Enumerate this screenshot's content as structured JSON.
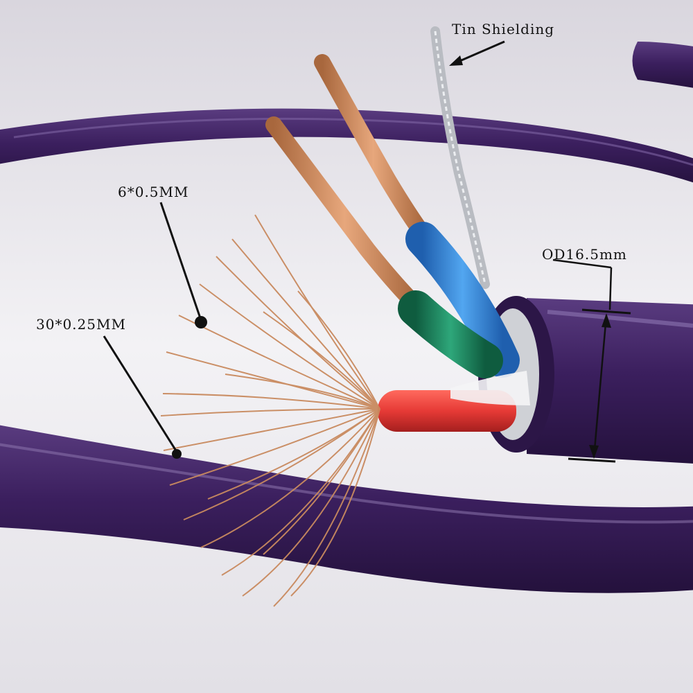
{
  "labels": {
    "tin_shielding": "Tin Shielding",
    "conductor_6": "6*0.5MM",
    "conductor_30": "30*0.25MM",
    "outer_diameter": "OD16.5mm"
  },
  "colors": {
    "jacket": "#3b1f5e",
    "copper": "#c98a5f",
    "insulation_red": "#e63a36",
    "insulation_green": "#1f8a64",
    "insulation_blue": "#2f86d8",
    "shielding": "#b9bcc2"
  }
}
